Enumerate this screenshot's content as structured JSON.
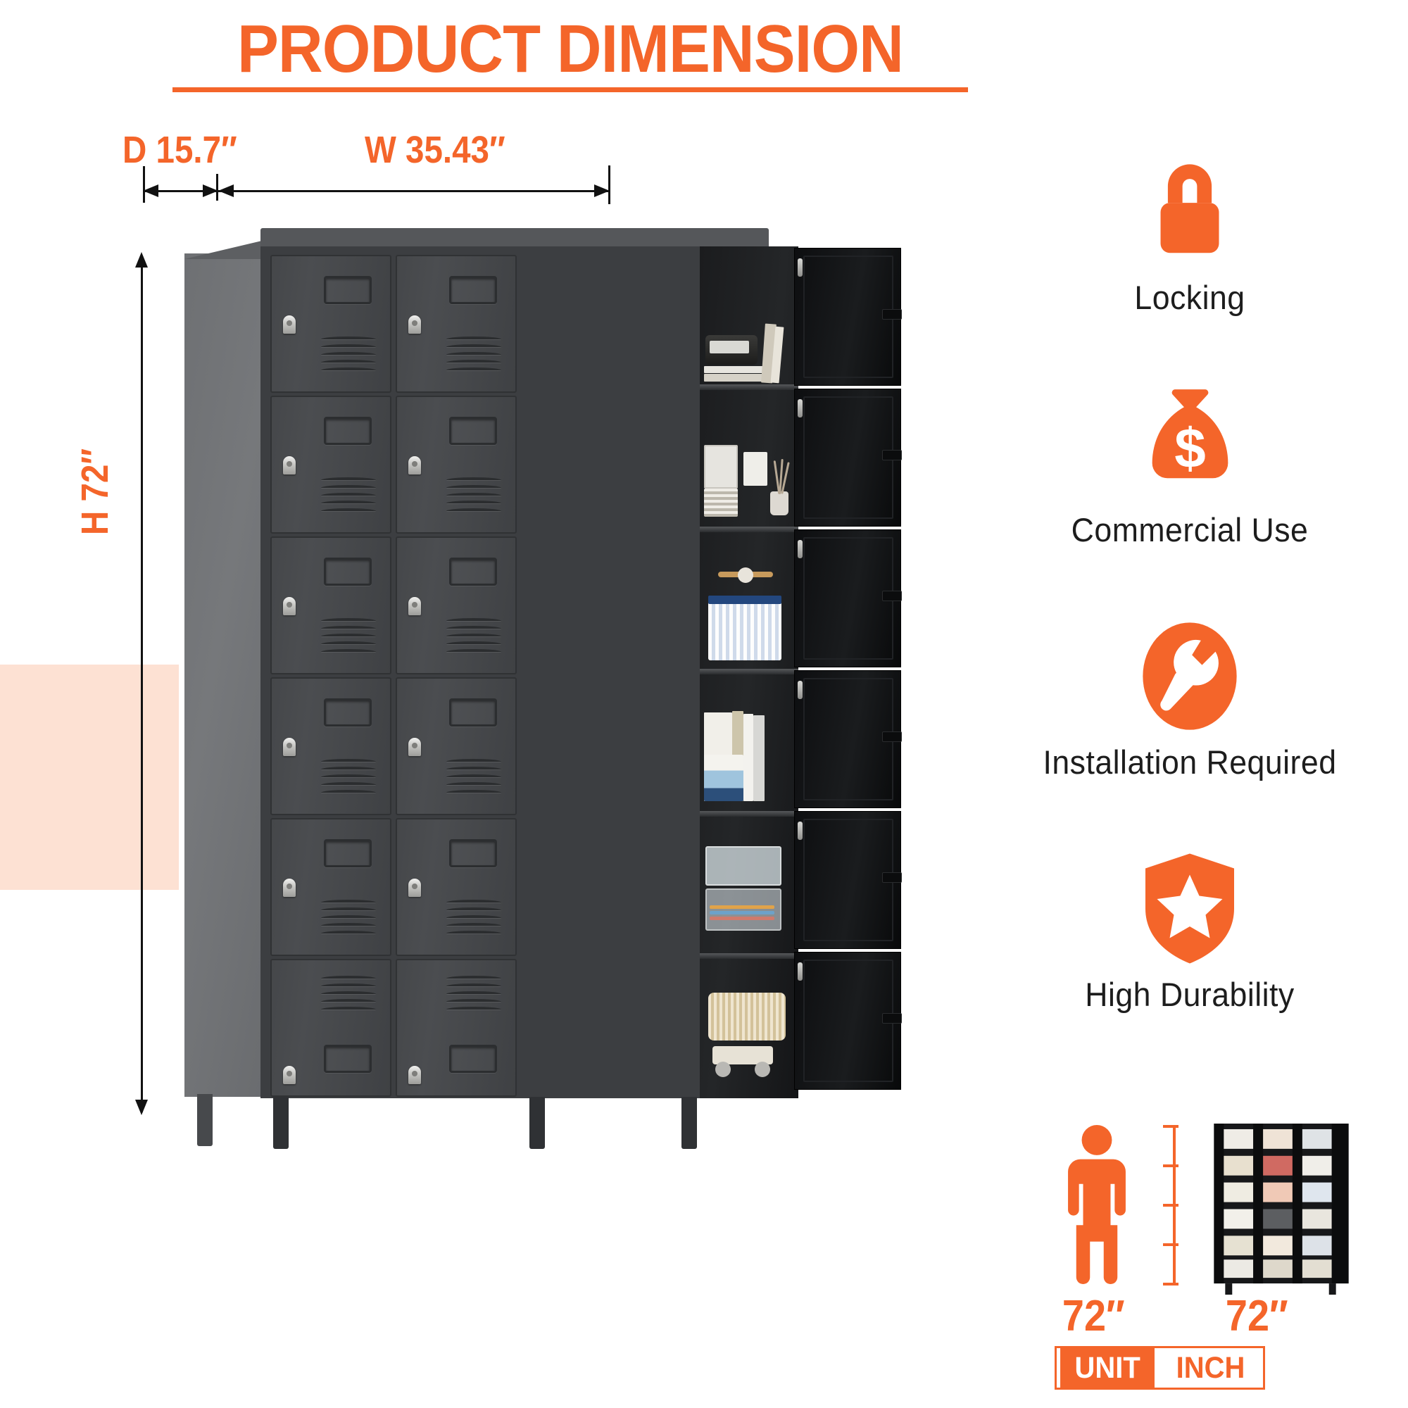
{
  "header": {
    "title": "PRODUCT DIMENSION",
    "accent_color": "#f4652a",
    "underline": true
  },
  "dimensions": {
    "depth_label": "D 15.7″",
    "width_label": "W 35.43″",
    "height_label": "H 72″",
    "depth_value": "15.7",
    "width_value": "35.43",
    "height_value": "72",
    "unit": "inch"
  },
  "product": {
    "name": "storage-locker-cabinet",
    "body_color": "#3c3e41",
    "door_color": "#45474a",
    "open_door_color": "#121315",
    "door_rows": 6,
    "door_columns": 2,
    "open_column_shelves": 6,
    "legs": 4,
    "door_parts": [
      "lock",
      "card-holder",
      "vent-slots"
    ],
    "shelf_contents": [
      "books and vintage radio",
      "picture frame, diffuser, striped box",
      "toy plane, storage basket",
      "design books and travel book",
      "clear storage bins with papers",
      "woven basket and toy car"
    ]
  },
  "features": [
    {
      "icon": "lock-icon",
      "label": "Locking"
    },
    {
      "icon": "money-bag-icon",
      "label": "Commercial Use"
    },
    {
      "icon": "wrench-icon",
      "label": "Installation Required"
    },
    {
      "icon": "shield-star-icon",
      "label": "High Durability"
    }
  ],
  "scale": {
    "person_icon": "person-icon",
    "person_height": "72″",
    "product_height": "72″",
    "ruler_icon": "ruler-icon",
    "thumbnail_icon": "locker-thumbnail-icon",
    "badge": {
      "unit_text": "UNIT",
      "value_text": "INCH"
    }
  },
  "colors": {
    "accent": "#f4652a",
    "peach_band": "#fde1d3",
    "text": "#1d1d1d",
    "line": "#111111",
    "background": "#ffffff"
  }
}
